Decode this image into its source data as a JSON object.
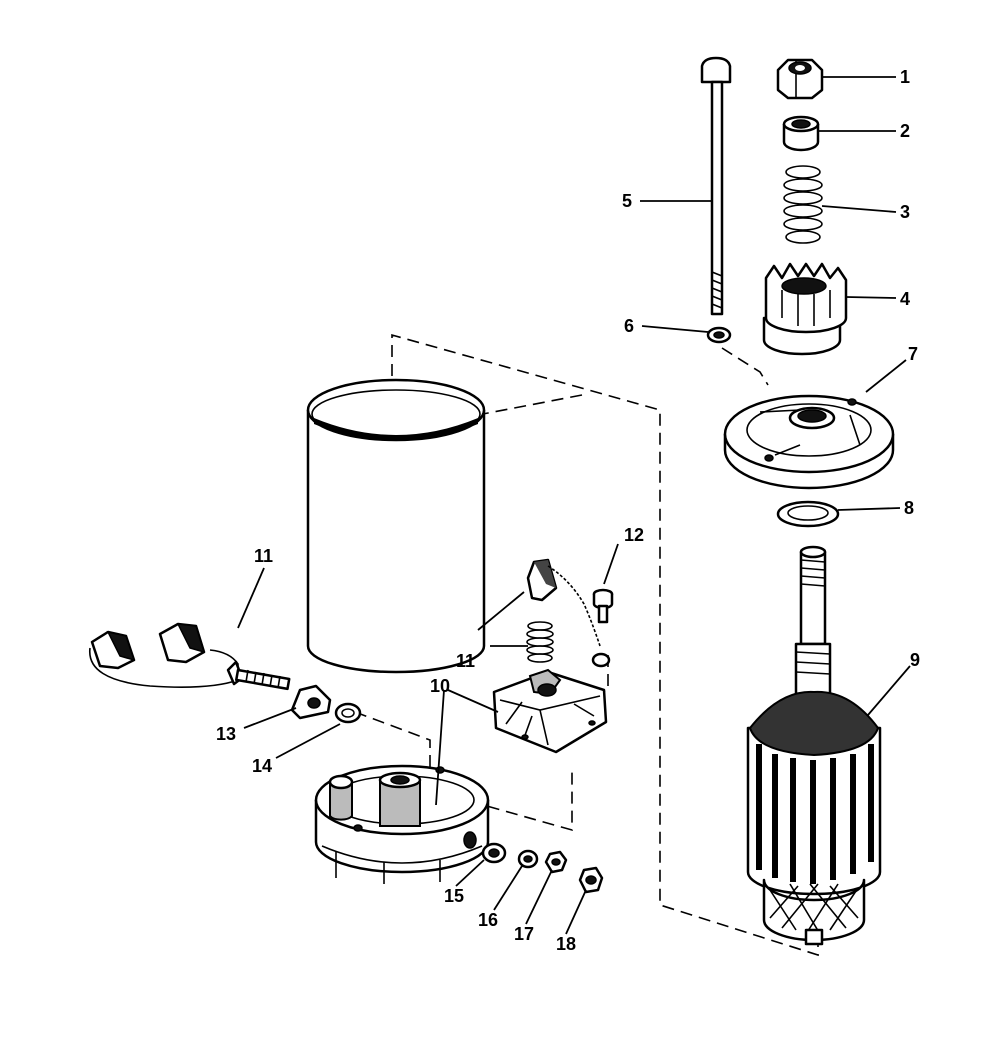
{
  "diagram": {
    "callouts": [
      {
        "id": "c1",
        "label": "1"
      },
      {
        "id": "c2",
        "label": "2"
      },
      {
        "id": "c3",
        "label": "3"
      },
      {
        "id": "c4",
        "label": "4"
      },
      {
        "id": "c5",
        "label": "5"
      },
      {
        "id": "c6",
        "label": "6"
      },
      {
        "id": "c7",
        "label": "7"
      },
      {
        "id": "c8",
        "label": "8"
      },
      {
        "id": "c9",
        "label": "9"
      },
      {
        "id": "c10",
        "label": "10"
      },
      {
        "id": "c11a",
        "label": "11"
      },
      {
        "id": "c11b",
        "label": "11"
      },
      {
        "id": "c12",
        "label": "12"
      },
      {
        "id": "c13",
        "label": "13"
      },
      {
        "id": "c14",
        "label": "14"
      },
      {
        "id": "c15",
        "label": "15"
      },
      {
        "id": "c16",
        "label": "16"
      },
      {
        "id": "c17",
        "label": "17"
      },
      {
        "id": "c18",
        "label": "18"
      }
    ]
  }
}
